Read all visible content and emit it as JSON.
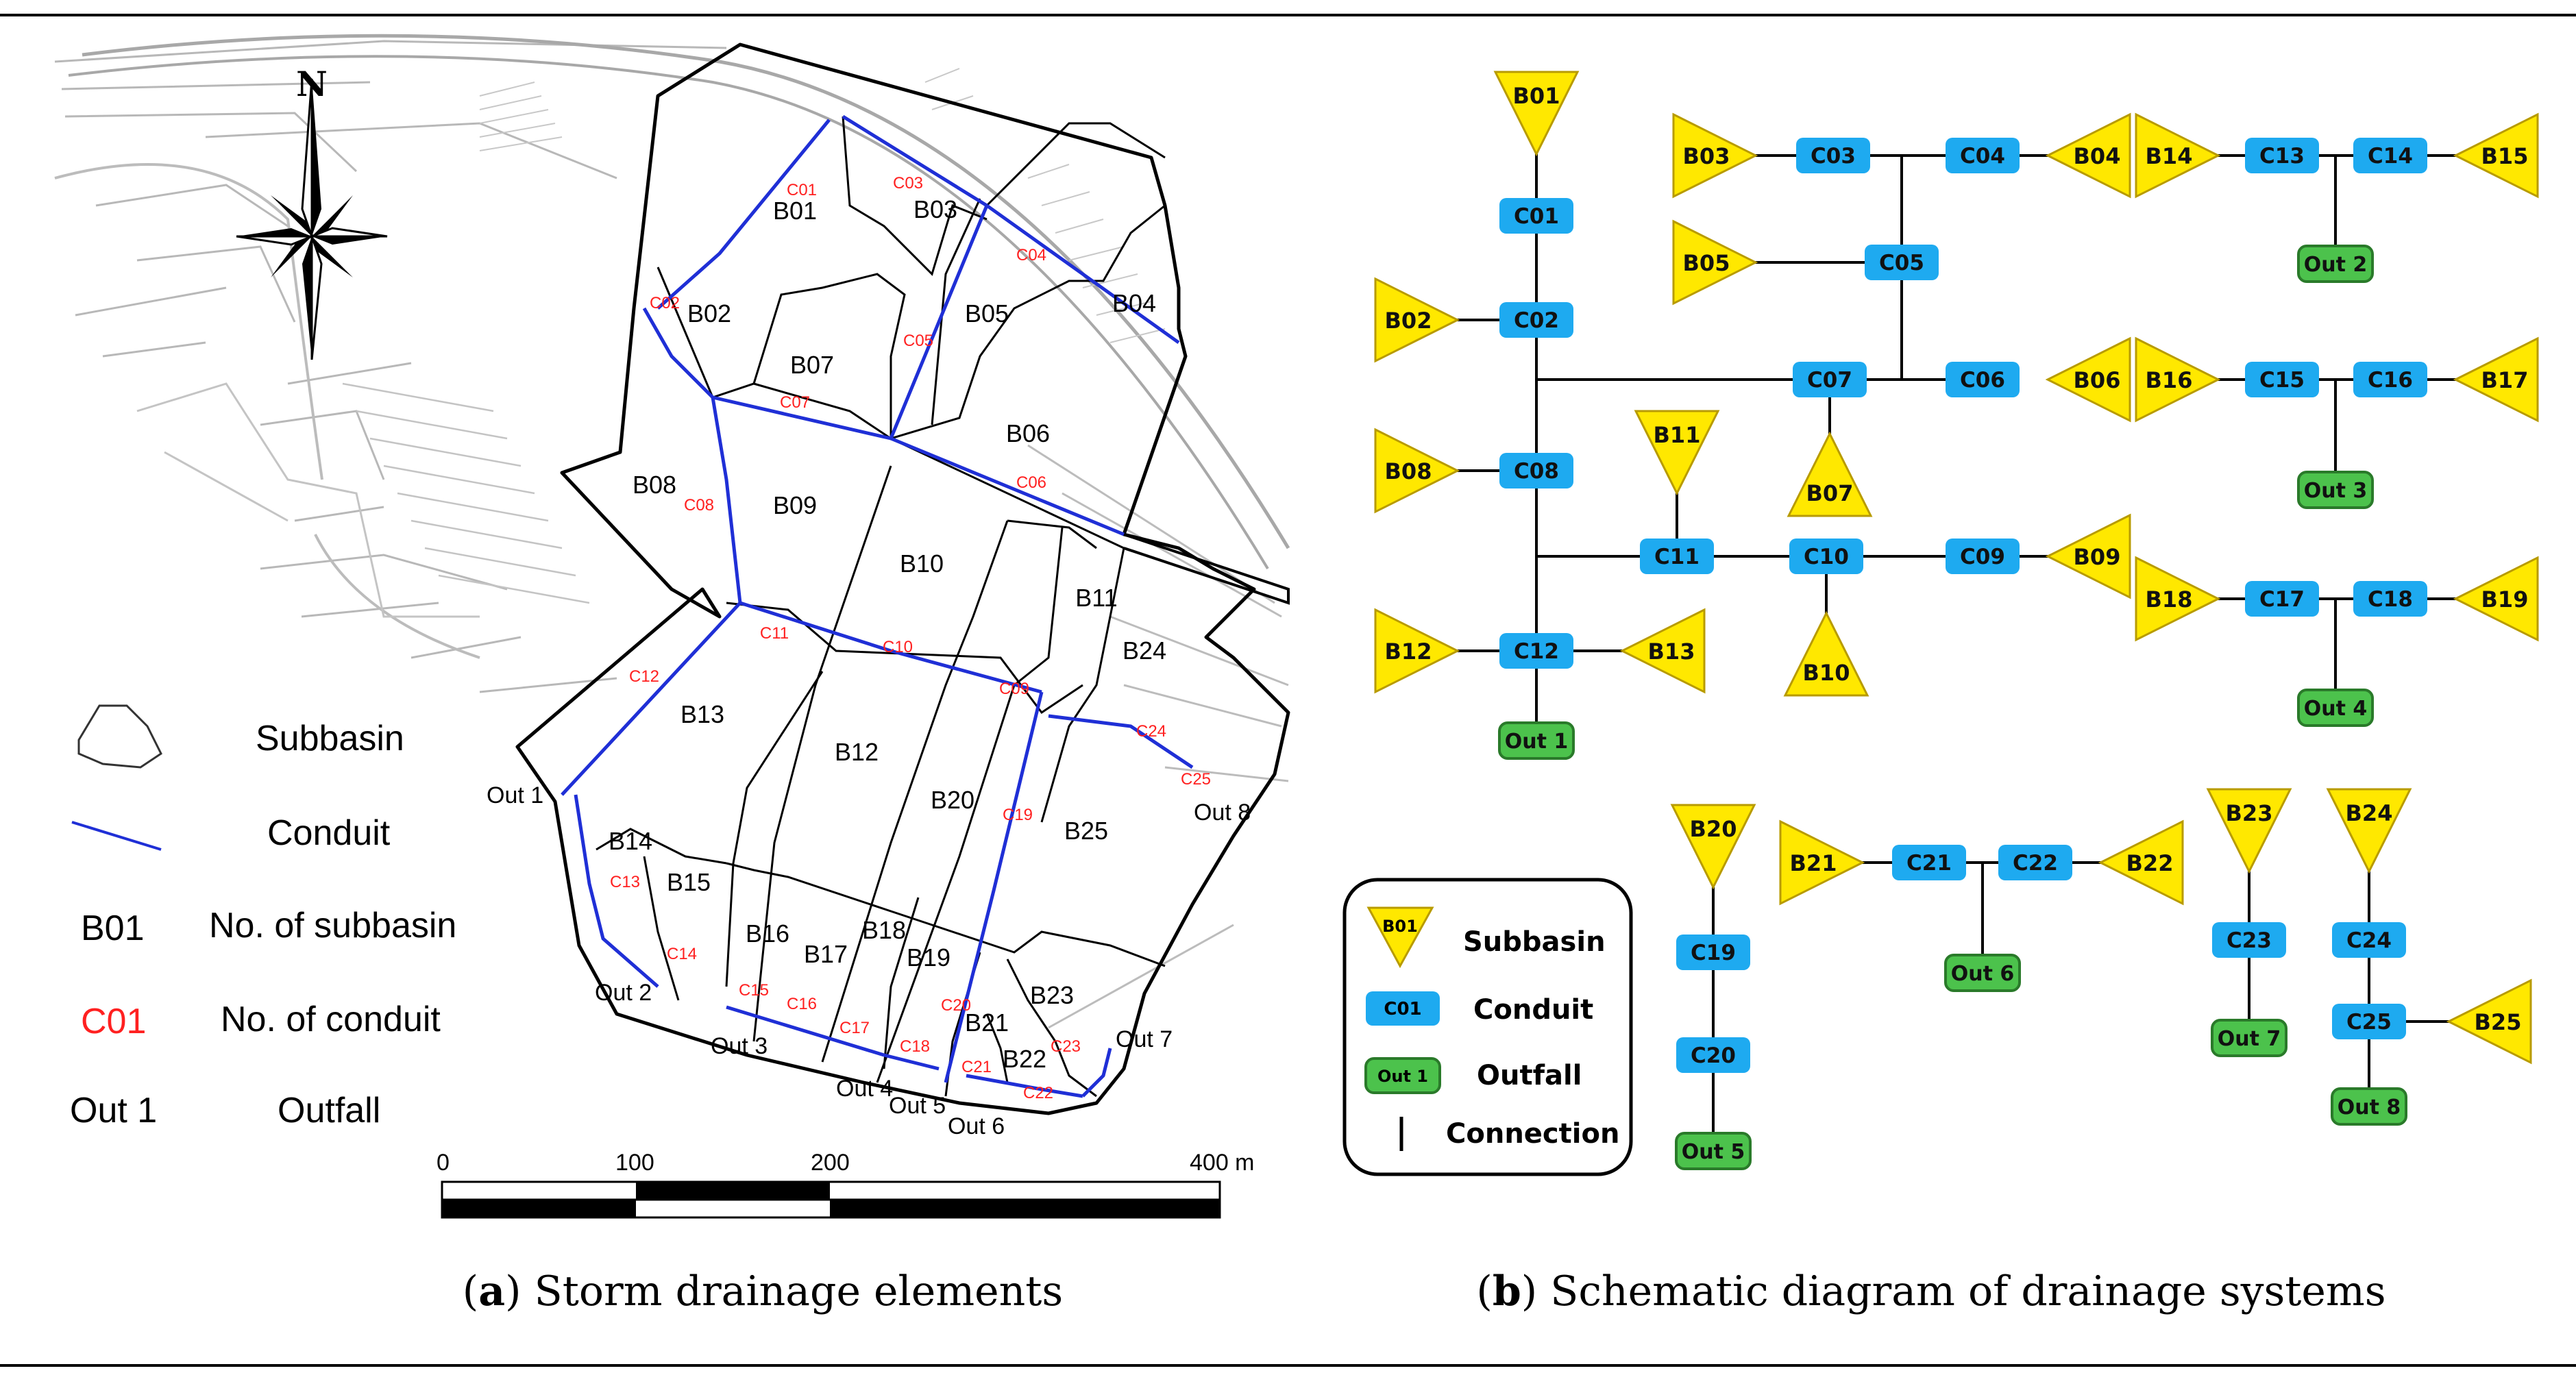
{
  "panel_a": {
    "caption_letter": "a",
    "caption_text": " Storm drainage elements",
    "north": "N",
    "subbasins": [
      "B01",
      "B02",
      "B03",
      "B04",
      "B05",
      "B06",
      "B07",
      "B08",
      "B09",
      "B10",
      "B11",
      "B12",
      "B13",
      "B14",
      "B15",
      "B16",
      "B17",
      "B18",
      "B19",
      "B20",
      "B21",
      "B22",
      "B23",
      "B24",
      "B25"
    ],
    "conduits": [
      "C01",
      "C02",
      "C03",
      "C04",
      "C05",
      "C06",
      "C07",
      "C08",
      "C09",
      "C10",
      "C11",
      "C12",
      "C13",
      "C14",
      "C15",
      "C16",
      "C17",
      "C18",
      "C19",
      "C20",
      "C21",
      "C22",
      "C23",
      "C24",
      "C25"
    ],
    "outfalls": [
      "Out 1",
      "Out 2",
      "Out 3",
      "Out 4",
      "Out 5",
      "Out 6",
      "Out 7",
      "Out 8"
    ],
    "legend": {
      "subbasin": "Subbasin",
      "conduit": "Conduit",
      "subbasin_code": "B01",
      "subbasin_no": "No. of subbasin",
      "conduit_code": "C01",
      "conduit_no": "No. of conduit",
      "outfall_code": "Out 1",
      "outfall": "Outfall"
    },
    "scale_labels": [
      "0",
      "100",
      "200",
      "400 m"
    ],
    "colors": {
      "conduit": "#1f2fd6",
      "conduit_label": "#ff2020",
      "boundary": "#000000",
      "basemap": "#b8b8b8"
    }
  },
  "panel_b": {
    "caption_letter": "b",
    "caption_text": " Schematic diagram of drainage systems",
    "legend": {
      "subbasin_code": "B01",
      "subbasin": "Subbasin",
      "conduit_code": "C01",
      "conduit": "Conduit",
      "outfall_code": "Out 1",
      "outfall": "Outfall",
      "connection": "Connection"
    },
    "colors": {
      "subbasin": "#ffe800",
      "conduit": "#1eaaf0",
      "outfall": "#4cc24c",
      "outfall_border": "#2a7a2a"
    },
    "conduits": [
      "C01",
      "C02",
      "C03",
      "C04",
      "C05",
      "C06",
      "C07",
      "C08",
      "C09",
      "C10",
      "C11",
      "C12",
      "C13",
      "C14",
      "C15",
      "C16",
      "C17",
      "C18",
      "C19",
      "C20",
      "C21",
      "C22",
      "C23",
      "C24",
      "C25"
    ],
    "subbasins": [
      "B01",
      "B02",
      "B03",
      "B04",
      "B05",
      "B06",
      "B07",
      "B08",
      "B09",
      "B10",
      "B11",
      "B12",
      "B13",
      "B14",
      "B15",
      "B16",
      "B17",
      "B18",
      "B19",
      "B20",
      "B21",
      "B22",
      "B23",
      "B24",
      "B25"
    ],
    "outfalls": [
      "Out 1",
      "Out 2",
      "Out 3",
      "Out 4",
      "Out 5",
      "Out 6",
      "Out 7",
      "Out 8"
    ]
  }
}
